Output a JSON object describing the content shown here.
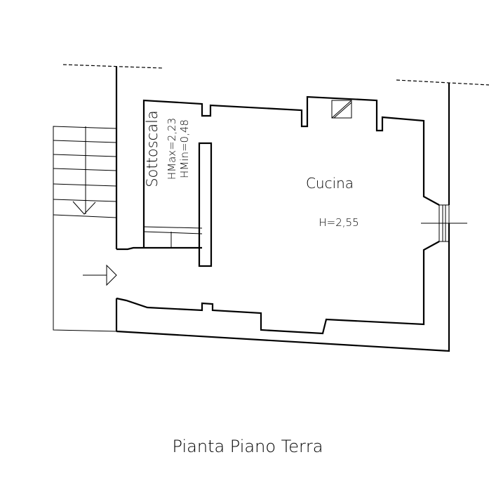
{
  "plan": {
    "rooms": {
      "sottoscala": {
        "name": "Sottoscala",
        "hmax": "HMax=2,23",
        "hmin": "HMin=0,48"
      },
      "cucina": {
        "name": "Cucina",
        "height": "H=2,55"
      }
    },
    "caption": "Pianta Piano Terra"
  }
}
